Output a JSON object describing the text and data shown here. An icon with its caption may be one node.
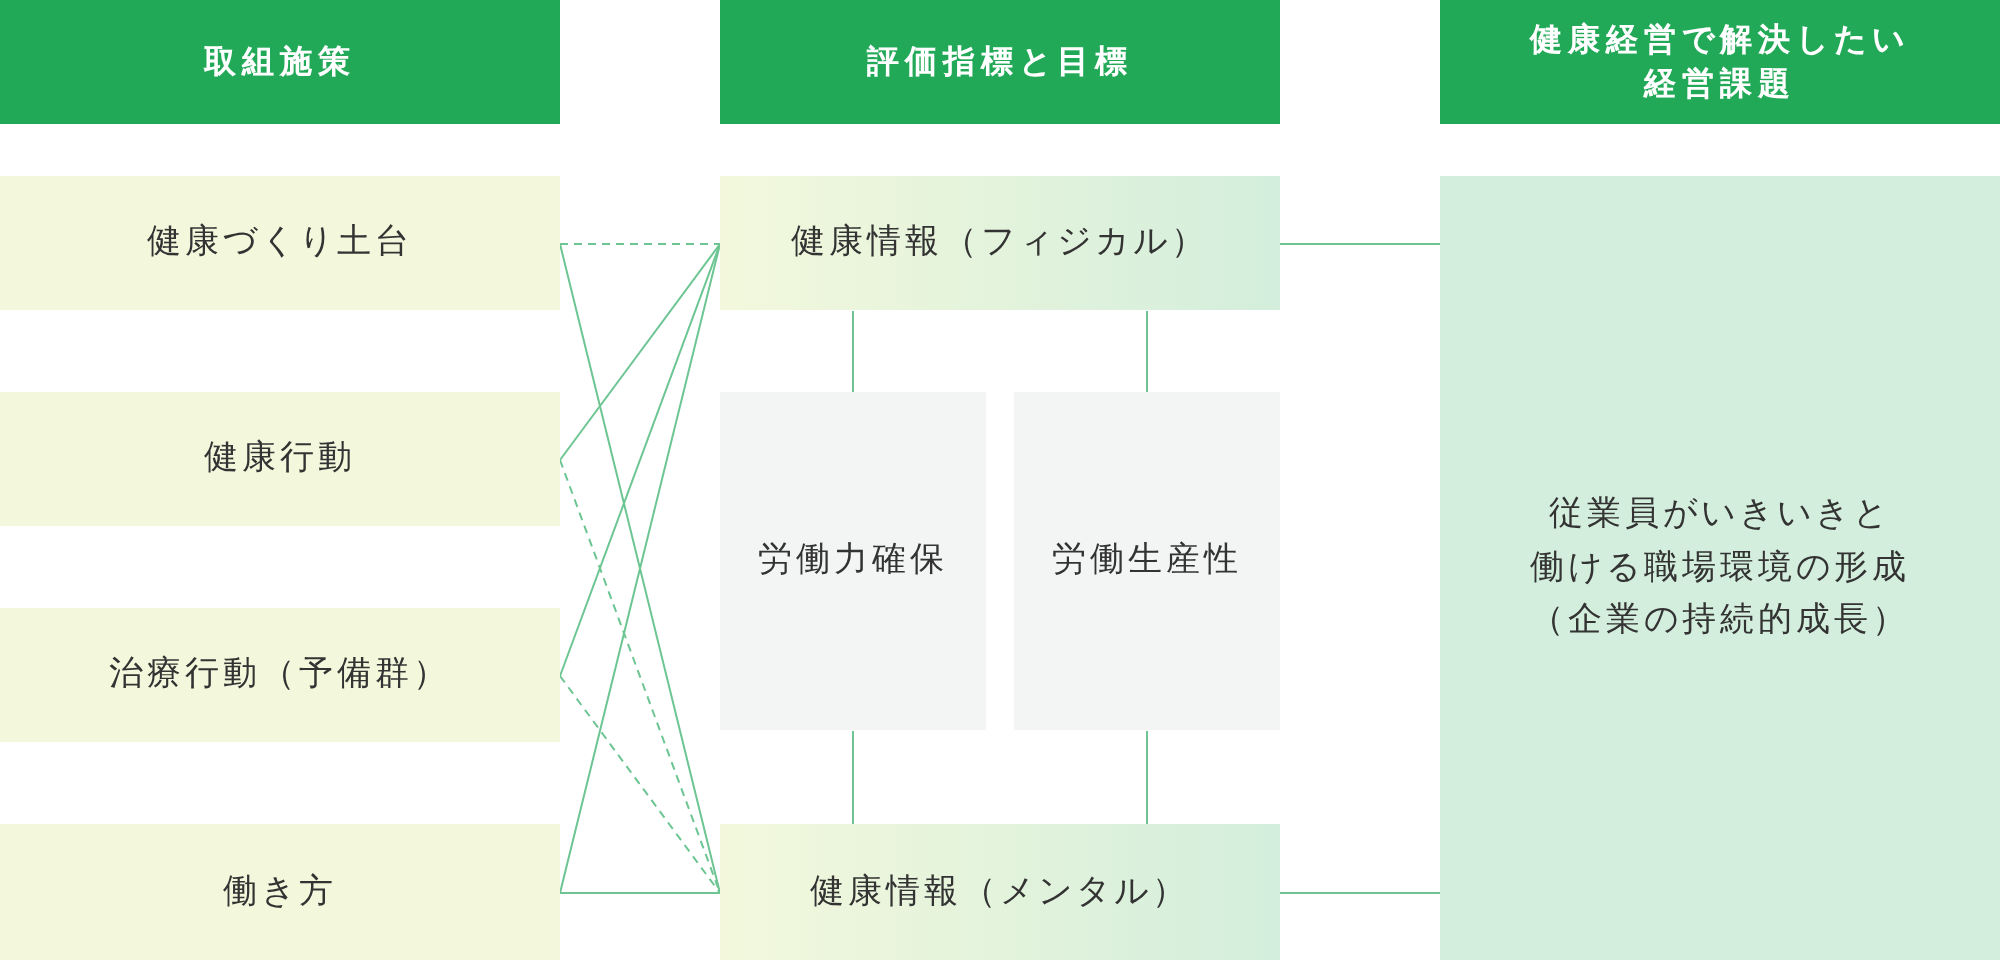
{
  "diagram": {
    "nodes": [
      {
        "text": [
          "取組施策"
        ]
      },
      {
        "text": [
          "評価指標と目標"
        ]
      },
      {
        "text": [
          "健康経営で解決したい経営課題"
        ]
      },
      {
        "text": [
          "健康づくり土台"
        ]
      },
      {
        "text": [
          "健康情報（フィジカル）"
        ]
      },
      {
        "text": [
          "従業員がいきいきと働ける職場環境の形成",
          "（企業の持続的成長）"
        ]
      },
      {
        "text": [
          "健康行動"
        ]
      },
      {
        "text": [
          "労働力確保"
        ]
      },
      {
        "text": [
          "労働生産性"
        ]
      },
      {
        "text": [
          "治療行動（予備群）"
        ]
      },
      {
        "text": [
          "働き方"
        ]
      },
      {
        "text": [
          "健康情報（メンタル）"
        ]
      }
    ],
    "edges": [
      {
        "from": 3,
        "to": 4,
        "arrow": "none",
        "style": "dashed"
      },
      {
        "from": 3,
        "to": 11,
        "arrow": "none"
      },
      {
        "from": 6,
        "to": 4,
        "arrow": "none"
      },
      {
        "from": 6,
        "to": 11,
        "arrow": "none",
        "style": "dashed"
      },
      {
        "from": 9,
        "to": 4,
        "arrow": "none"
      },
      {
        "from": 9,
        "to": 11,
        "arrow": "none",
        "style": "dashed"
      },
      {
        "from": 10,
        "to": 4,
        "arrow": "none"
      },
      {
        "from": 10,
        "to": 11,
        "arrow": "none"
      },
      {
        "from": 4,
        "to": 7,
        "arrow": "none"
      },
      {
        "from": 4,
        "to": 8,
        "arrow": "none"
      },
      {
        "from": 7,
        "to": 11,
        "arrow": "none"
      },
      {
        "from": 8,
        "to": 11,
        "arrow": "none"
      },
      {
        "from": 4,
        "to": 5,
        "arrow": "none"
      },
      {
        "from": 11,
        "to": 5,
        "arrow": "none"
      }
    ]
  }
}
